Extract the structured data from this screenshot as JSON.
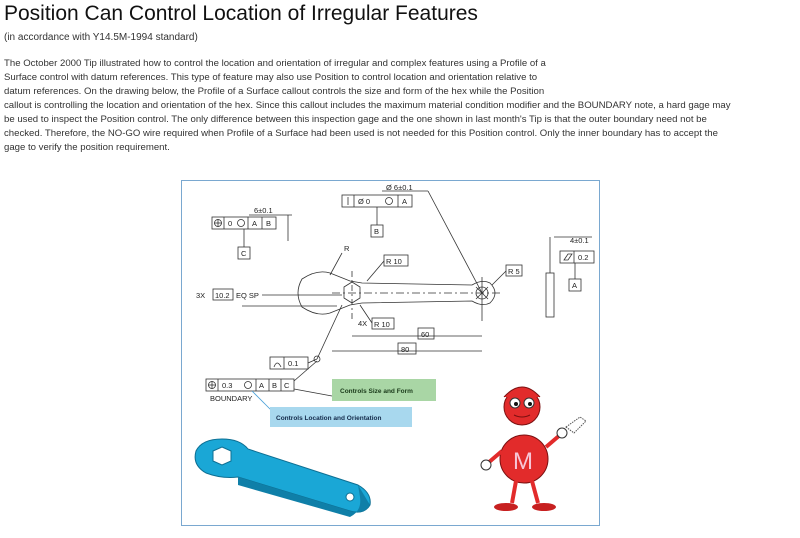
{
  "page": {
    "title": "Position Can Control Location of Irregular Features",
    "subtitle": "(in accordance with Y14.5M-1994 standard)",
    "paragraph_lines": [
      "The October 2000 Tip illustrated how to control the location and orientation of irregular and complex features using a Profile of a",
      "Surface control with datum references. This type of feature may also use Position to control location and orientation relative to",
      "datum references. On the drawing below, the Profile of a Surface callout controls the size and form of the hex while the Position",
      "callout is controlling the location and orientation of the hex. Since this callout includes the maximum material condition modifier and the BOUNDARY note, a hard gage may",
      "be used to inspect the Position control. The only difference between this inspection gage and the one shown in last month's Tip is that the outer boundary need not be",
      "checked. Therefore, the NO-GO wire required when Profile of a Surface had been used is not needed for this Position control. Only the inner boundary has to accept the",
      "gage to verify the position requirement."
    ]
  },
  "drawing": {
    "dim_left_hole": "6±0.1",
    "fcf_left_tol": "0",
    "fcf_left_datum1": "A",
    "fcf_left_datum2": "B",
    "datum_c": "C",
    "dim_top_hole": "Ø 6±0.1",
    "fcf_top_tol": "Ø 0",
    "fcf_top_datum": "A",
    "datum_b": "B",
    "label_r": "R",
    "r10_a": "R 10",
    "r5": "R 5",
    "pattern_prefix": "3X",
    "pattern_value": "10.2",
    "pattern_suffix": "EQ SP",
    "pattern_4x": "4X",
    "r10_b": "R 10",
    "dim_60": "60",
    "dim_80": "80",
    "dim_thickness": "4±0.1",
    "flatness_value": "0.2",
    "datum_a": "A",
    "profile_value": "0.1",
    "pos_tol": "0.3",
    "pos_datum1": "A",
    "pos_datum2": "B",
    "pos_datum3": "C",
    "boundary": "BOUNDARY",
    "note_size_form": "Controls Size and Form",
    "note_location": "Controls Location and Orientation",
    "mascot_letter": "M"
  },
  "colors": {
    "note_green": "#a9d6a5",
    "note_blue": "#a8d8ee",
    "part_cyan": "#1aa7d6",
    "mascot_red": "#e22b2b"
  }
}
